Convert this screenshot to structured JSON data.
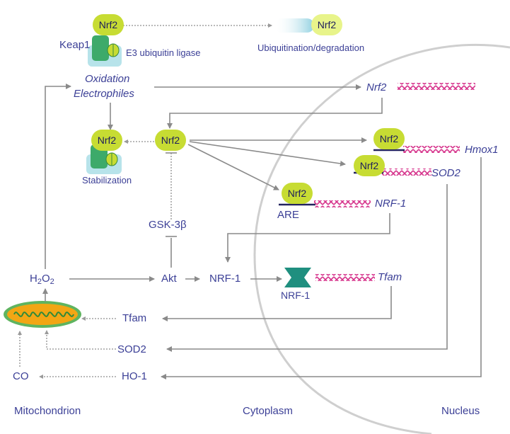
{
  "nrf2_label": "Nrf2",
  "keap1": "Keap1",
  "e3_ligase": "E3 ubiquitin ligase",
  "ubiquitination": "Ubiquitination/degradation",
  "oxidation": "Oxidation",
  "electrophiles": "Electrophiles",
  "stabilization": "Stabilization",
  "gene_nrf2": "Nrf2",
  "gene_hmox1": "Hmox1",
  "gene_sod2": "SOD2",
  "gene_nrf1": "NRF-1",
  "gene_tfam": "Tfam",
  "are": "ARE",
  "gsk3b": "GSK-3β",
  "h2o2_h": "H",
  "h2o2_2a": "2",
  "h2o2_o": "O",
  "h2o2_2b": "2",
  "akt": "Akt",
  "nrf1_protein": "NRF-1",
  "nrf1_bound": "NRF-1",
  "tfam_protein": "Tfam",
  "sod2_protein": "SOD2",
  "ho1": "HO-1",
  "co": "CO",
  "regions": {
    "mitochondrion": "Mitochondrion",
    "cytoplasm": "Cytoplasm",
    "nucleus": "Nucleus"
  },
  "colors": {
    "nrf2_fill": "#c7dc33",
    "label_blue": "#3b3f96",
    "dna_magenta": "#d6338b",
    "arrow_gray": "#8c8c8c",
    "keap1_green": "#3daa6a",
    "mito_orange": "#f2a614"
  }
}
